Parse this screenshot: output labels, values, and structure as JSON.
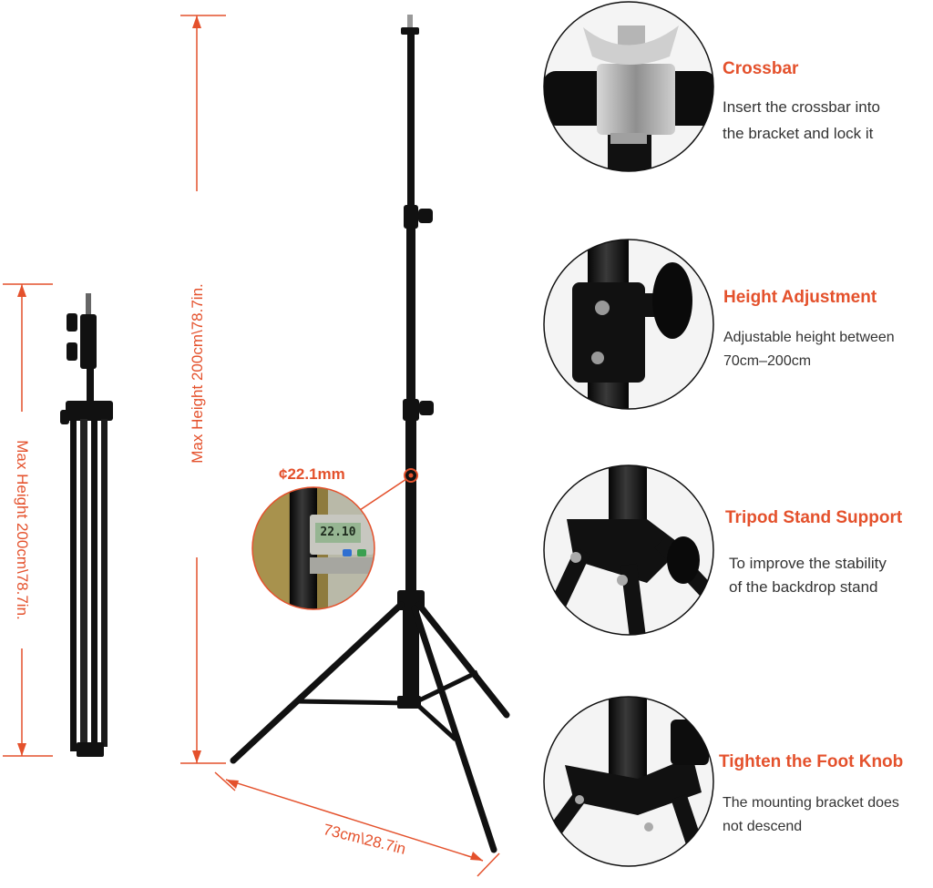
{
  "dimensions": {
    "folded_height": "Max Height 200cm\\78.7in.",
    "max_height": "Max Height 200cm\\78.7in.",
    "leg_spread": "73cm\\28.7in",
    "tube_diameter": "¢22.1mm",
    "caliper_reading": "22.10"
  },
  "features": [
    {
      "title": "Crossbar",
      "lines": [
        "Insert the crossbar into",
        "the bracket and lock it"
      ]
    },
    {
      "title": "Height Adjustment",
      "lines": [
        "Adjustable height between",
        "70cm–200cm"
      ]
    },
    {
      "title": "Tripod Stand Support",
      "lines": [
        "To improve the stability",
        "of the backdrop stand"
      ]
    },
    {
      "title": "Tighten the Foot Knob",
      "lines": [
        "The mounting bracket does",
        "not descend"
      ]
    }
  ],
  "colors": {
    "accent": "#e4512c",
    "metal": "#111111",
    "text": "#333333"
  },
  "icons": [
    "stand-illustration",
    "caliper-photo",
    "crossbar-closeup",
    "height-knob-closeup",
    "tripod-joint-closeup",
    "foot-knob-closeup"
  ]
}
